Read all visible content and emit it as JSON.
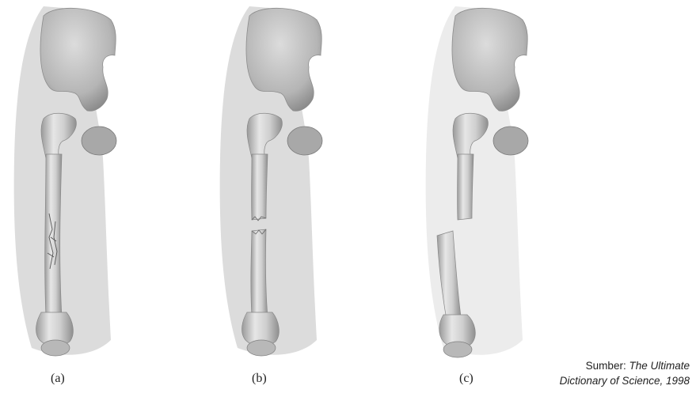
{
  "figure": {
    "panels": [
      {
        "label": "(a)",
        "state": "cracked"
      },
      {
        "label": "(b)",
        "state": "broken"
      },
      {
        "label": "(c)",
        "state": "displaced"
      }
    ],
    "source": {
      "prefix": "Sumber:",
      "title_line1": "The Ultimate",
      "title_line2": "Dictionary of Science, 1998"
    }
  }
}
